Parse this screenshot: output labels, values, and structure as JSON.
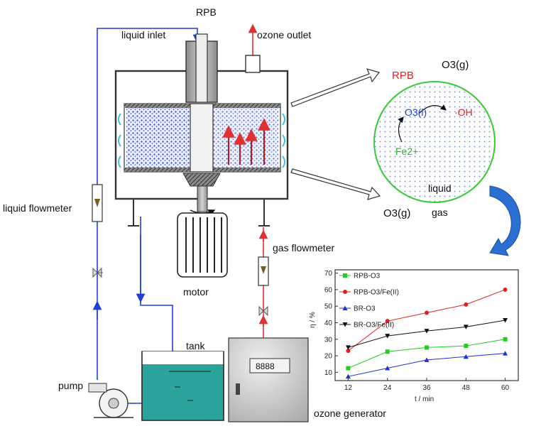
{
  "labels": {
    "rpb_top": "RPB",
    "liquid_inlet": "liquid inlet",
    "ozone_outlet": "ozone outlet",
    "liquid_flowmeter": "liquid flowmeter",
    "gas_flowmeter": "gas flowmeter",
    "motor": "motor",
    "tank": "tank",
    "pump": "pump",
    "ozone_generator": "ozone generator",
    "generator_display": "8888"
  },
  "zoom": {
    "rpb": "RPB",
    "o3g_top": "O3(g)",
    "o3l": "O3(l)",
    "oh": "·OH",
    "fe": "Fe2+",
    "liquid": "liquid",
    "gas": "gas",
    "o3g_bottom": "O3(g)"
  },
  "colors": {
    "liquid_line": "#1f3fd6",
    "gas_line": "#e03030",
    "tank_water": "#2aa39a",
    "circle_border": "#33cc33",
    "curved_arrow": "#2a6fd1"
  },
  "chart_data": {
    "type": "line",
    "x": [
      12,
      24,
      36,
      48,
      60
    ],
    "xlabel": "t / min",
    "ylabel": "η / %",
    "xlim": [
      8,
      64
    ],
    "ylim": [
      5,
      72
    ],
    "yticks": [
      10,
      20,
      30,
      40,
      50,
      60,
      70
    ],
    "legend_position": "top-left",
    "series": [
      {
        "name": "RPB-O3",
        "marker": "square",
        "color": "#22cc22",
        "values": [
          12.5,
          22.5,
          25,
          26,
          30
        ]
      },
      {
        "name": "RPB-O3/Fe(II)",
        "marker": "circle",
        "color": "#e02020",
        "values": [
          23,
          41,
          46,
          51,
          60
        ]
      },
      {
        "name": "BR-O3",
        "marker": "triangle-up",
        "color": "#2030d0",
        "values": [
          7.5,
          12.5,
          17.5,
          19.5,
          21.5
        ]
      },
      {
        "name": "BR-O3/Fe(II)",
        "marker": "triangle-down",
        "color": "#111111",
        "values": [
          25,
          32,
          35,
          37.5,
          41.5
        ]
      }
    ]
  }
}
